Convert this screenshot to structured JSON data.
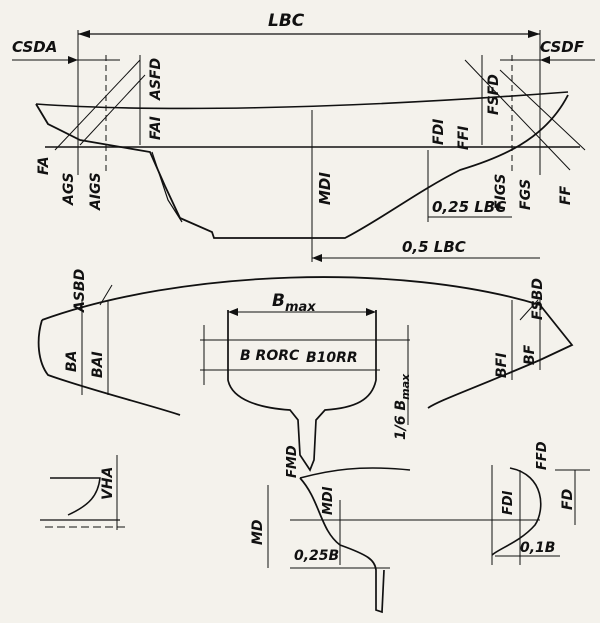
{
  "labels": {
    "lbc": "LBC",
    "csda": "CSDA",
    "csdf": "CSDF",
    "asfd": "ASFD",
    "fai": "FAI",
    "fa": "FA",
    "ags": "AGS",
    "aigs": "AIGS",
    "mdi_top": "MDI",
    "fdi_top": "FDI",
    "ffi": "FFI",
    "fsfd": "FSFD",
    "figs": "FIGS",
    "fgs": "FGS",
    "ff": "FF",
    "q25lbc": "0,25 LBC",
    "half_lbc": "0,5 LBC",
    "asbd": "ASBD",
    "fsbd": "FSBD",
    "ba": "BA",
    "bai": "BAI",
    "bf": "BF",
    "bfi": "BFI",
    "bmax": "B",
    "bmax_sub": "max",
    "brorc": "B RORC",
    "b10rr": "B10RR",
    "sixth_bmax": "1/6 B",
    "sixth_bmax_sub": "max",
    "vha": "VHA",
    "fmd": "FMD",
    "mdi_bottom": "MDI",
    "md": "MD",
    "b025": "0,25B",
    "fdi_bottom": "FDI",
    "ffd": "FFD",
    "fd": "FD",
    "b01": "0,1B"
  }
}
